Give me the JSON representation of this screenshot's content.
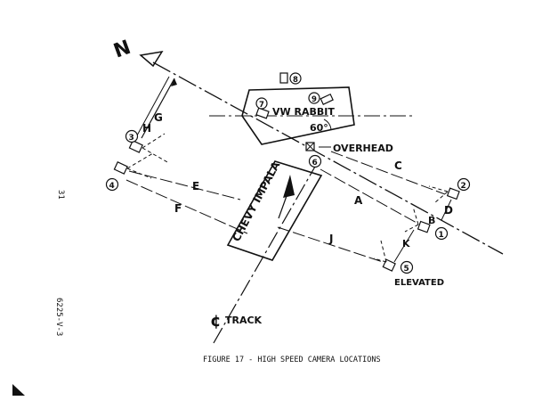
{
  "page": {
    "number": "31",
    "report_id": "6225-V-3",
    "caption": "FIGURE 17 - HIGH SPEED CAMERA LOCATIONS"
  },
  "diagram": {
    "north_label": "N",
    "vehicles": {
      "rabbit": "VW RABBIT",
      "impala": "CHEVY IMPALA"
    },
    "angle": "60°",
    "labels": {
      "overhead": "OVERHEAD",
      "elevated": "ELEVATED",
      "track": "TRACK",
      "track_symbol": "¢"
    },
    "cameras": [
      "1",
      "2",
      "3",
      "4",
      "5",
      "6",
      "7",
      "8",
      "9"
    ],
    "distances": [
      "A",
      "B",
      "C",
      "D",
      "E",
      "F",
      "G",
      "H",
      "J",
      "K"
    ]
  }
}
